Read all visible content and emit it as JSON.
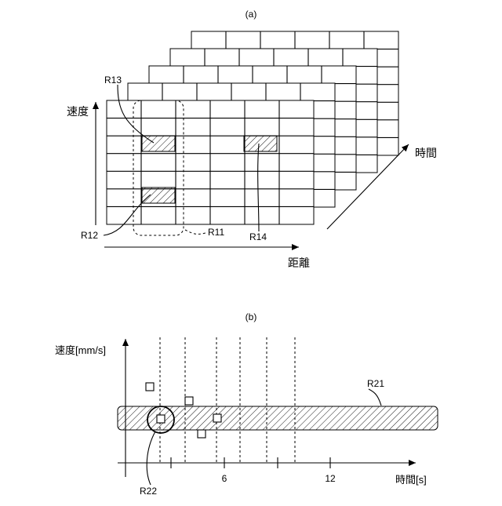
{
  "panel_a": {
    "label": "(a)",
    "axis_speed": "速度",
    "axis_distance": "距離",
    "axis_time": "時間",
    "ref_r11": "R11",
    "ref_r12": "R12",
    "ref_r13": "R13",
    "ref_r14": "R14",
    "grid_rows": 7,
    "grid_cols": 6,
    "layer_count": 5
  },
  "panel_b": {
    "label": "(b)",
    "ylabel": "速度[mm/s]",
    "xlabel": "時間[s]",
    "tick_6": "6",
    "tick_12": "12",
    "ref_r21": "R21",
    "ref_r22": "R22"
  }
}
